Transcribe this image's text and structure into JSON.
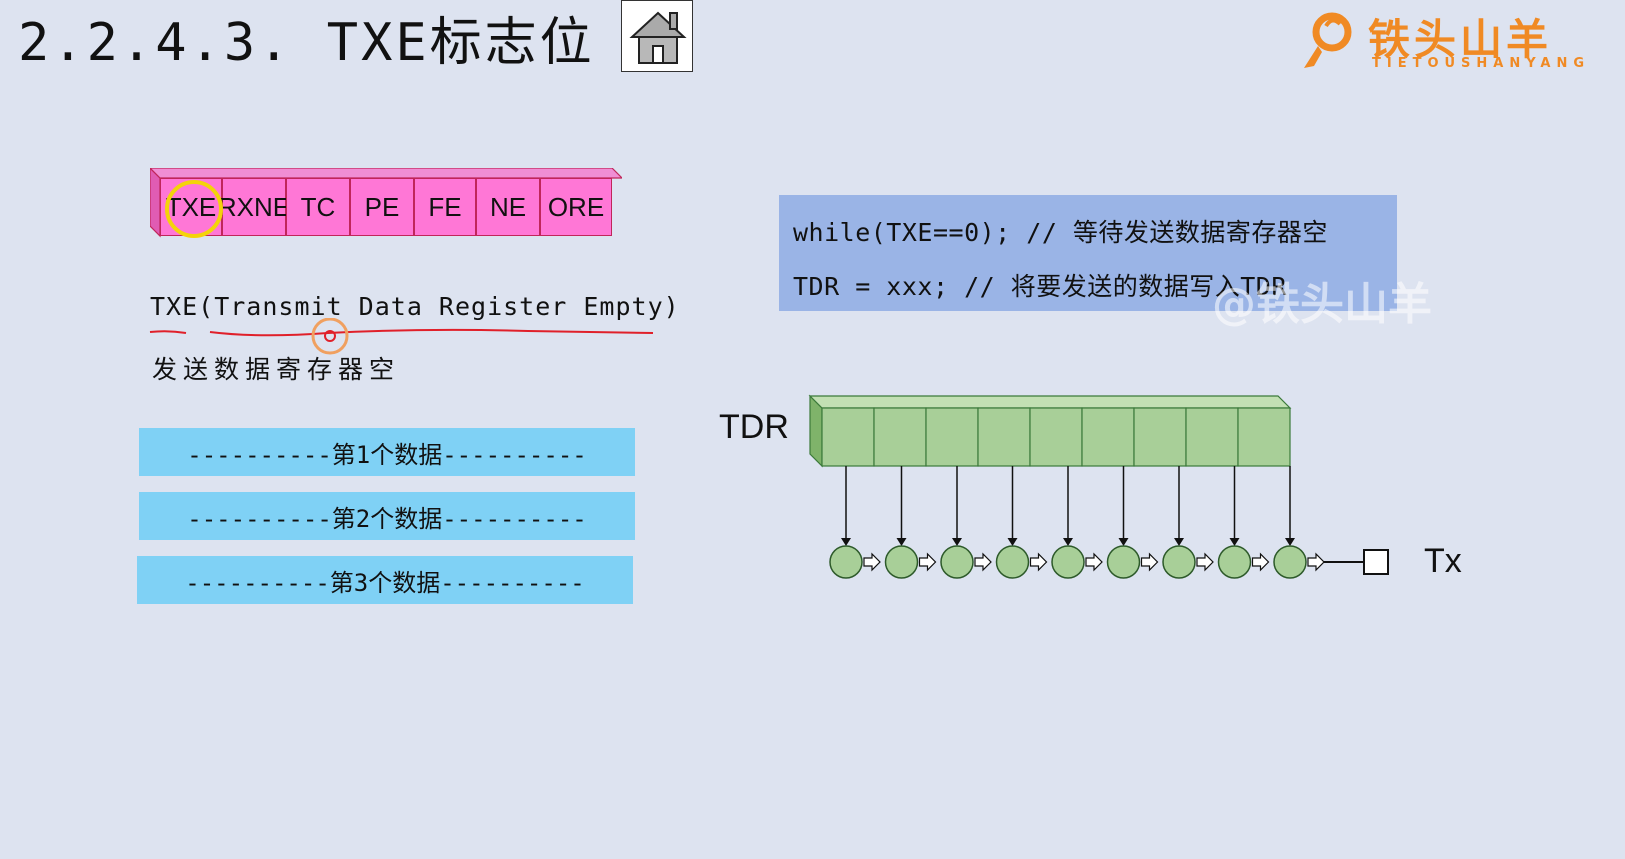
{
  "header": {
    "title": "2.2.4.3. TXE标志位",
    "home_icon": "home-icon"
  },
  "logo": {
    "text": "铁头山羊",
    "subtitle": "TIETOUSHANYANG",
    "color": "#f08a24"
  },
  "status_register": {
    "bits": [
      "TXE",
      "RXNE",
      "TC",
      "PE",
      "FE",
      "NE",
      "ORE"
    ],
    "highlighted_bit": "TXE",
    "fill_color": "#ff77d6"
  },
  "txe_description": {
    "expansion": "TXE(Transmit Data Register Empty)",
    "meaning": "发送数据寄存器空"
  },
  "data_queue": [
    "----------第1个数据----------",
    "----------第2个数据----------",
    "----------第3个数据----------"
  ],
  "code": {
    "line1": "while(TXE==0); // 等待发送数据寄存器空",
    "line2": "TDR = xxx; // 将要发送的数据写入TDR"
  },
  "shift_diagram": {
    "register_label": "TDR",
    "output_label": "Tx",
    "cell_count": 9,
    "register_color": "#a8cf98",
    "shift_node_color": "#a8cf98"
  },
  "watermark": "@铁头山羊"
}
